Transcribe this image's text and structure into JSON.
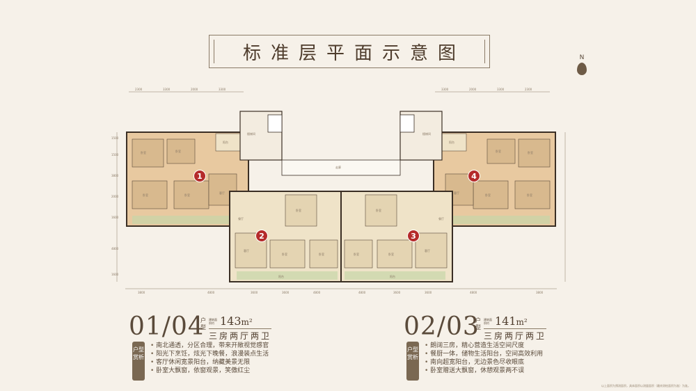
{
  "title": "标准层平面示意图",
  "compass": {
    "label": "N",
    "icon": "north-arrow-icon"
  },
  "plan": {
    "units": [
      "1",
      "2",
      "3",
      "4"
    ],
    "rooms": {
      "bedroom": "卧室",
      "living": "客厅",
      "dining": "餐厅",
      "kitchen": "厨房",
      "balcony": "阳台",
      "bay_window": "飘窗",
      "corridor": "走廊",
      "stair": "楼梯间"
    },
    "dims_top_left": [
      "2300",
      "3300",
      "2000",
      "3300"
    ],
    "dims_top_right": [
      "3300",
      "2000",
      "3300",
      "2300"
    ],
    "dims_bottom": [
      "3800",
      "4800",
      "3600",
      "3600",
      "4800",
      "4800",
      "3600",
      "3600",
      "4800",
      "3800"
    ],
    "dims_left": [
      "1500",
      "1500",
      "3800",
      "2000",
      "1600",
      "4800",
      "1600"
    ]
  },
  "type_a": {
    "number": "01/04",
    "side_label": "户型",
    "area_label": "建筑面积约",
    "area_value": "143",
    "area_unit": "m²",
    "layout": "三房两厅两卫",
    "tag": "户型赏析",
    "features": [
      "南北通透，分区合理，带来开敞视觉感官",
      "阳光下烹饪，炫光下晚餐，浪漫装点生活",
      "客厅休闲宽景阳台，纳藏美景无限",
      "卧室大飘窗，依窗观景，笑傲红尘"
    ]
  },
  "type_b": {
    "number": "02/03",
    "side_label": "户型",
    "area_label": "建筑面积约",
    "area_value": "141",
    "area_unit": "m²",
    "layout": "三房两厅两卫",
    "tag": "户型赏析",
    "features": [
      "朗阔三房，精心营造生活空间尺度",
      "餐厨一体，储物生活阳台，空间高效利用",
      "南向超宽阳台，无边景色尽收眼底",
      "卧室赠送大飘窗，休憩观景两不误"
    ]
  },
  "disclaimer": "以上面积为预测面积，具体面积以测量面积（最终测绘面积为准）为准。",
  "colors": {
    "background": "#f6f1e9",
    "unit_tan": "#e8c9a0",
    "unit_light": "#efe3c8",
    "badge_red": "#b52b2b",
    "text_brown": "#5a4a3a"
  }
}
